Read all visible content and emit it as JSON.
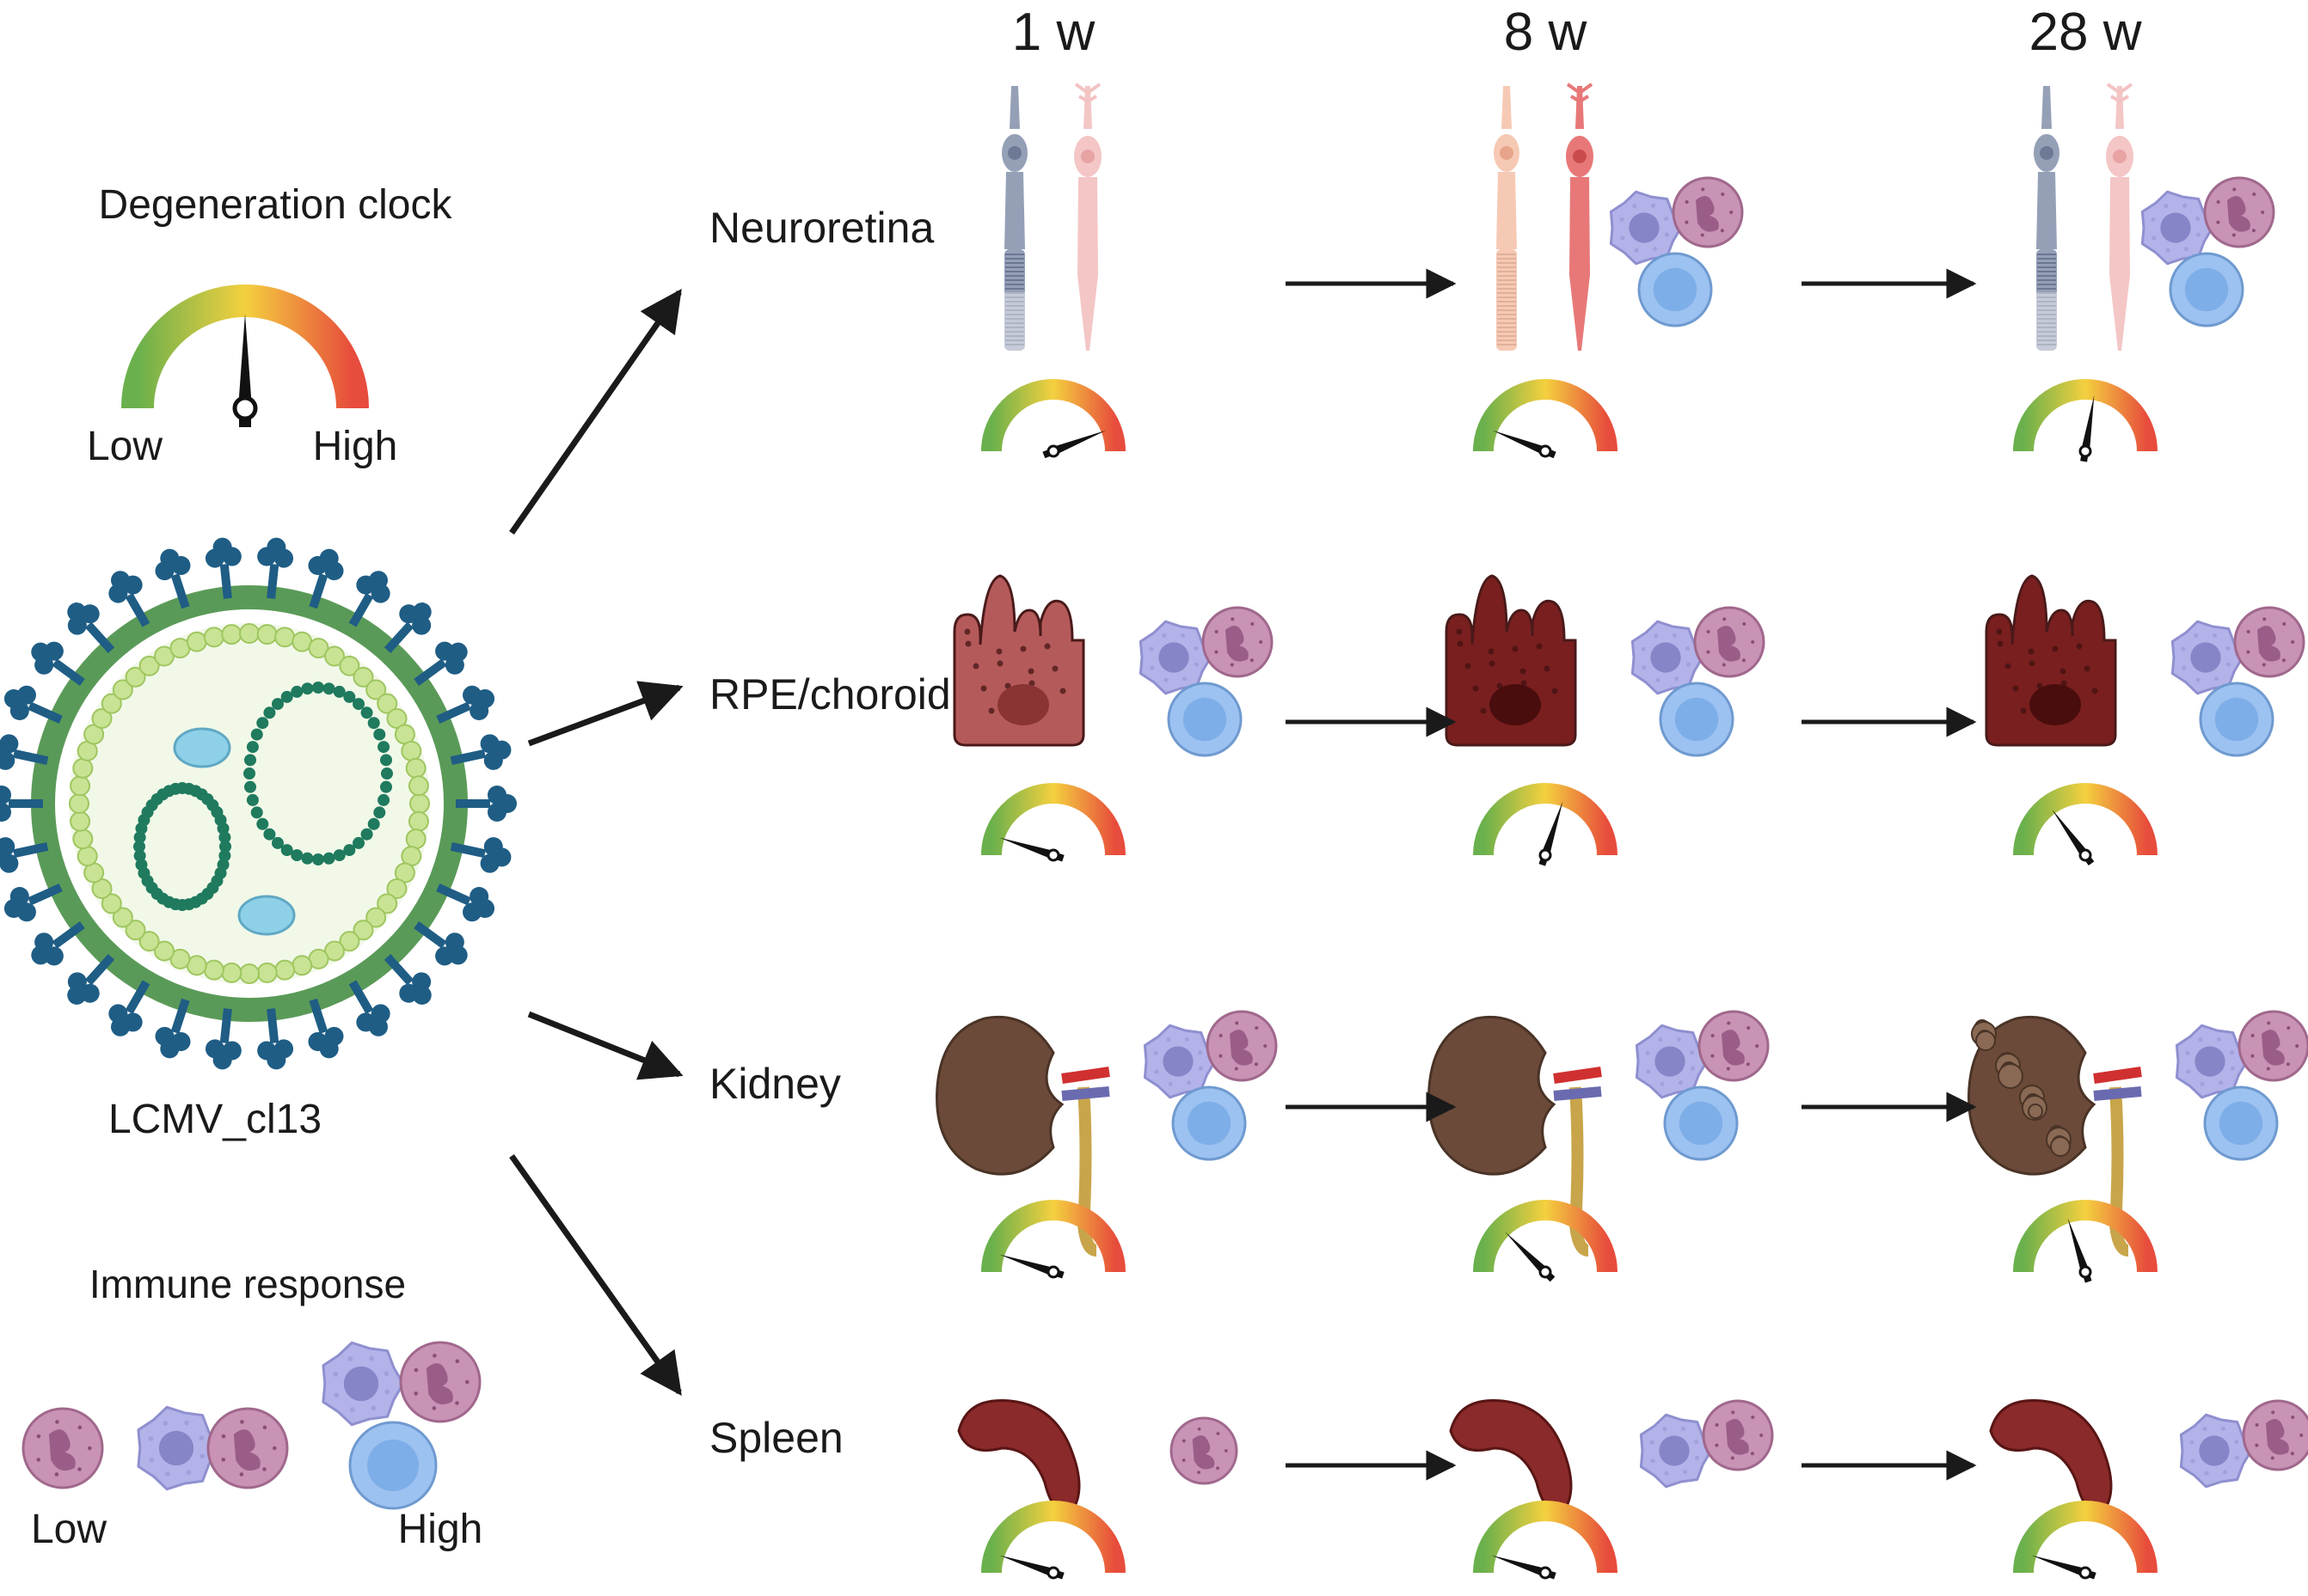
{
  "timepoints": [
    "1 w",
    "8 w",
    "28 w"
  ],
  "legend": {
    "clock_title": "Degeneration clock",
    "clock_low": "Low",
    "clock_high": "High",
    "virus_label": "LCMV_cl13",
    "immune_title": "Immune response",
    "immune_low": "Low",
    "immune_high": "High"
  },
  "tissues": [
    {
      "name": "Neuroretina",
      "clock_levels": [
        0.88,
        0.12,
        0.55
      ]
    },
    {
      "name": "RPE/choroid",
      "clock_levels": [
        0.1,
        0.6,
        0.3
      ]
    },
    {
      "name": "Kidney",
      "clock_levels": [
        0.1,
        0.25,
        0.4
      ]
    },
    {
      "name": "Spleen",
      "clock_levels": [
        0.1,
        0.1,
        0.1
      ]
    }
  ],
  "colors": {
    "gauge_low": "#6ab04c",
    "gauge_mid": "#f4d03f",
    "gauge_high": "#e74c3c",
    "virus_envelope": "#5a9a58",
    "virus_spike": "#1f5d85",
    "rpe_early": "#b55a5a",
    "rpe_late": "#7a1f1f",
    "kidney": "#6b4a3a",
    "spleen": "#8a2a2a",
    "neutrophil": "#c893b5",
    "macrophage": "#b3b3ea",
    "lymphocyte": "#9cc2f1"
  }
}
